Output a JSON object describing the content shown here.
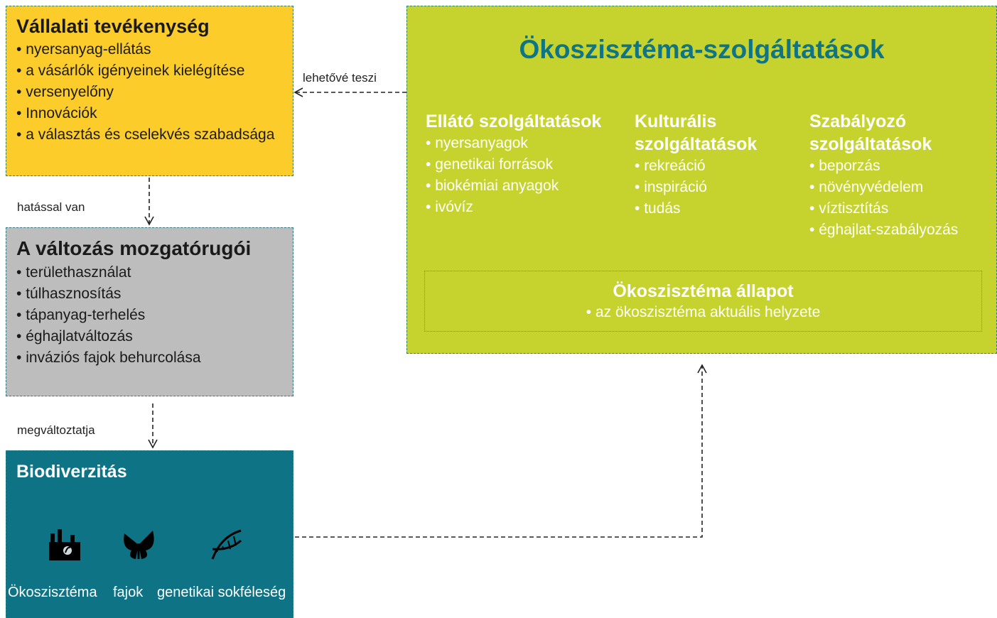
{
  "corporate": {
    "title": "Vállalati tevékenység",
    "items": [
      "nyersanyag-ellátás",
      "a vásárlók igényeinek kielégítése",
      "versenyelőny",
      "Innovációk",
      "a választás és cselekvés szabadsága"
    ]
  },
  "drivers": {
    "title": "A változás mozgatórugói",
    "items": [
      "területhasználat",
      "túlhasznosítás",
      "tápanyag-terhelés",
      "éghajlatváltozás",
      "inváziós fajok behurcolása"
    ]
  },
  "biodiversity": {
    "title": "Biodiverzitás",
    "labels": [
      "Ökoszisztéma",
      "fajok",
      "genetikai sokféleség"
    ],
    "icons": [
      "factory-icon",
      "butterfly-icon",
      "dna-icon"
    ]
  },
  "ecosystem_services": {
    "title": "Ökoszisztéma-szolgáltatások",
    "columns": [
      {
        "title": "Ellátó szolgáltatások",
        "items": [
          "nyersanyagok",
          "genetikai források",
          "biokémiai anyagok",
          "ivóvíz"
        ]
      },
      {
        "title_lines": [
          "Kulturális",
          "szolgáltatások"
        ],
        "items": [
          "rekreáció",
          "inspiráció",
          "tudás"
        ]
      },
      {
        "title_lines": [
          "Szabályozó",
          "szolgáltatások"
        ],
        "items": [
          "beporzás",
          "növényvédelem",
          "víztisztítás",
          "éghajlat-szabályozás"
        ]
      }
    ],
    "state": {
      "title": "Ökoszisztéma állapot",
      "description": "• az ökoszisztéma aktuális helyzete"
    }
  },
  "connectors": {
    "enables": "lehetővé teszi",
    "affects": "hatással van",
    "changes": "megváltoztatja"
  },
  "colors": {
    "corporate": "#fccd2a",
    "drivers": "#bdbdbd",
    "biodiversity": "#0d7385",
    "ecosystem": "#c6d32f",
    "eco_title": "#0f7484"
  }
}
